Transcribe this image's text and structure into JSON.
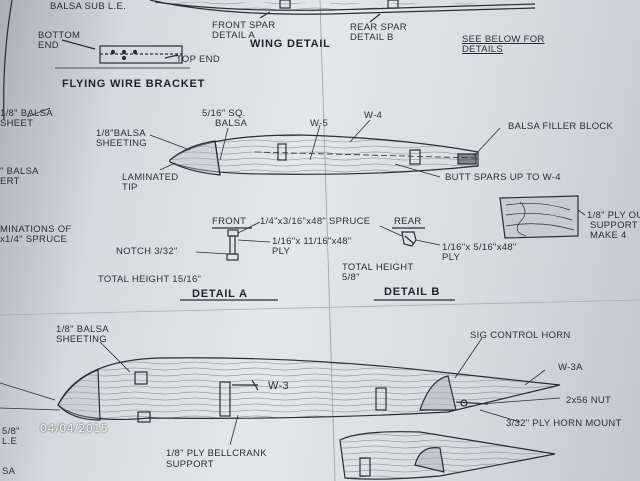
{
  "labels": {
    "balsa_sub_le": "BALSA SUB L.E.",
    "front_spar_1": "FRONT SPAR",
    "front_spar_2": "DETAIL A",
    "rear_spar_1": "REAR SPAR",
    "rear_spar_2": "DETAIL B",
    "see_below_1": "SEE BELOW FOR",
    "see_below_2": "DETAILS",
    "bottom_end_1": "BOTTOM",
    "bottom_end_2": "END",
    "top_end": "TOP END",
    "balsa_sheet_1": "1/8\" BALSA",
    "balsa_sheet_2": "SHEET",
    "sq_balsa_1": "5/16\" SQ.",
    "sq_balsa_2": "BALSA",
    "w4": "W-4",
    "w5": "W-5",
    "sheeting_1": "1/8\"BALSA",
    "sheeting_2": "SHEETING",
    "filler_block": "BALSA FILLER BLOCK",
    "edge_balsa_1": "\" BALSA",
    "edge_balsa_2": "ERT",
    "laminated_1": "LAMINATED",
    "laminated_2": "TIP",
    "butt_spars": "BUTT SPARS UP TO W-4",
    "ply_out_1": "1/8\" PLY OU",
    "ply_out_2": "SUPPORT",
    "ply_out_3": "MAKE 4",
    "laminations_1": "MINATIONS OF",
    "laminations_2": "x1/4\" SPRUCE",
    "front": "FRONT",
    "spruce": "1/4\"x3/16\"x48\" SPRUCE",
    "rear": "REAR",
    "notch": "NOTCH 3/32\"",
    "ply_a_1": "1/16\"x 11/16\"x48\"",
    "ply_a_2": "PLY",
    "ply_b_1": "1/16\"x 5/16\"x48\"",
    "ply_b_2": "PLY",
    "total_height_a": "TOTAL HEIGHT 15/16\"",
    "total_height_b_1": "TOTAL HEIGHT",
    "total_height_b_2": "5/8\"",
    "lower_sheeting_1": "1/8\" BALSA",
    "lower_sheeting_2": "SHEETING",
    "control_horn": "SIG CONTROL HORN",
    "w3a": "W-3A",
    "w3": "W-3",
    "nut": "2x56 NUT",
    "horn_mount": "3/32\" PLY HORN MOUNT",
    "left_frac_1": "5/8\"",
    "left_frac_2": "L.E",
    "bellcrank_1": "1/8\" PLY BELLCRANK",
    "bellcrank_2": "SUPPORT",
    "bottom_sa": "SA"
  },
  "headings": {
    "wing_detail": "WING DETAIL",
    "flying_wire_bracket": "FLYING WIRE BRACKET",
    "detail_a": "DETAIL A",
    "detail_b": "DETAIL B"
  },
  "date_stamp": "04/04/2015",
  "colors": {
    "ink": "#2a2e35",
    "paper": "#e2e4e6",
    "stamp": "#f4f4f0"
  }
}
